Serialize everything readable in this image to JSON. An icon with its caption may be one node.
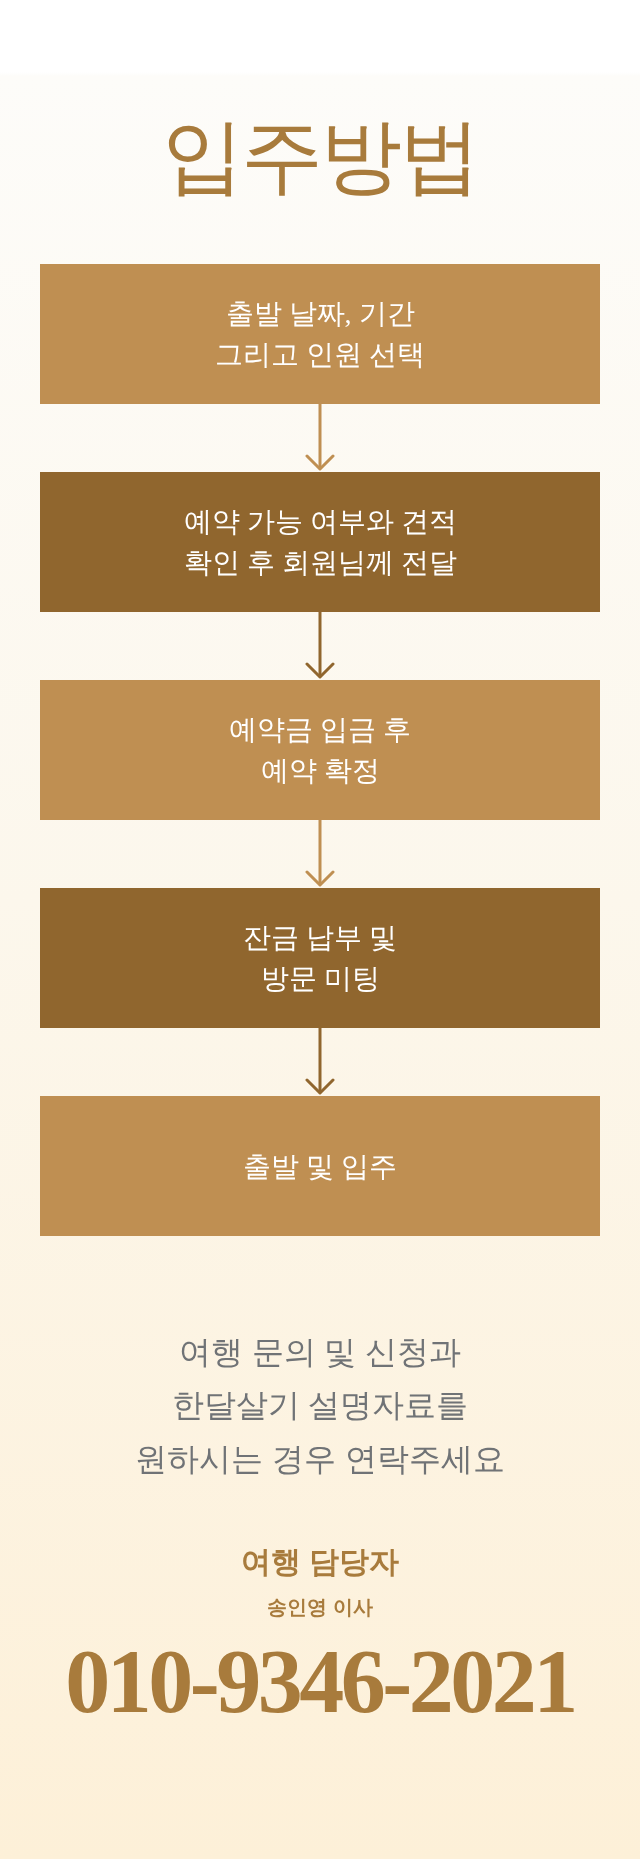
{
  "diagram": {
    "title": "입주방법",
    "nodes": [
      {
        "text": [
          "출발 날짜, 기간 그리고 인원 선택"
        ]
      },
      {
        "text": [
          "예약 가능 여부와 견적 확인 후 회원님께 전달"
        ]
      },
      {
        "text": [
          "예약금 입금 후 예약 확정"
        ]
      },
      {
        "text": [
          "잔금 납부 및 방문 미팅"
        ]
      },
      {
        "text": [
          "출발 및 입주"
        ]
      }
    ],
    "edges": [
      {
        "from": 0,
        "to": 1,
        "arrow": "to"
      },
      {
        "from": 1,
        "to": 2,
        "arrow": "to",
        "color": "#90662e"
      },
      {
        "from": 2,
        "to": 3,
        "arrow": "to"
      },
      {
        "from": 3,
        "to": 4,
        "arrow": "to",
        "color": "#90662e"
      }
    ],
    "labels": [
      "여행 문의 및 신청과 한달살기 설명자료를 원하시는 경우 연락주세요",
      "여행 담당자",
      "송인영 이사",
      "010-9346-2021"
    ]
  }
}
